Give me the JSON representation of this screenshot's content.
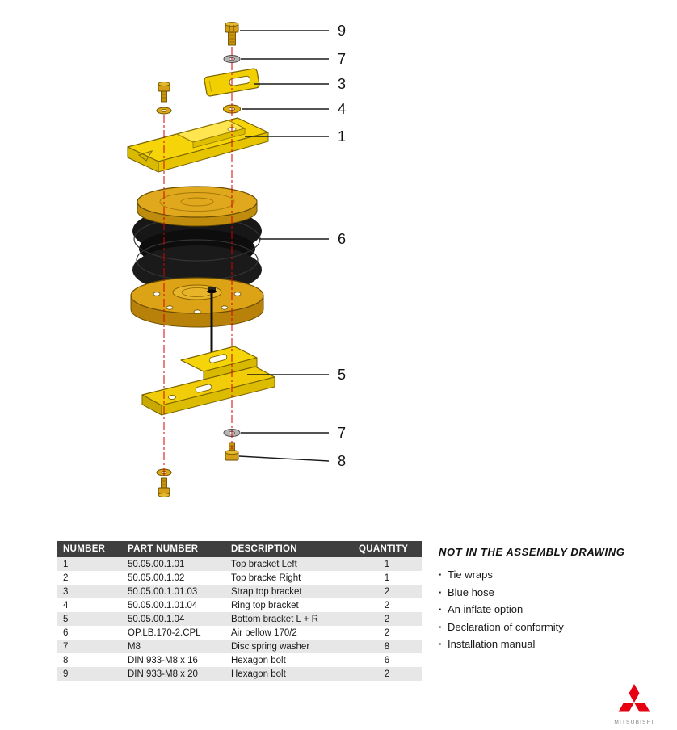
{
  "drawing": {
    "callouts": [
      {
        "label": "9"
      },
      {
        "label": "7"
      },
      {
        "label": "3"
      },
      {
        "label": "4"
      },
      {
        "label": "1"
      },
      {
        "label": "6"
      },
      {
        "label": "5"
      },
      {
        "label": "7"
      },
      {
        "label": "8"
      }
    ]
  },
  "table": {
    "headers": [
      "NUMBER",
      "PART NUMBER",
      "DESCRIPTION",
      "QUANTITY"
    ],
    "rows": [
      [
        "1",
        "50.05.00.1.01",
        "Top bracket Left",
        "1"
      ],
      [
        "2",
        "50.05.00.1.02",
        "Top bracke Right",
        "1"
      ],
      [
        "3",
        "50.05.00.1.01.03",
        "Strap top bracket",
        "2"
      ],
      [
        "4",
        "50.05.00.1.01.04",
        "Ring top bracket",
        "2"
      ],
      [
        "5",
        "50.05.00.1.04",
        "Bottom bracket L + R",
        "2"
      ],
      [
        "6",
        "OP.LB.170-2.CPL",
        "Air bellow 170/2",
        "2"
      ],
      [
        "7",
        "M8",
        "Disc spring washer",
        "8"
      ],
      [
        "8",
        "DIN 933-M8 x 16",
        "Hexagon bolt",
        "6"
      ],
      [
        "9",
        "DIN 933-M8 x 20",
        "Hexagon bolt",
        "2"
      ]
    ]
  },
  "notes": {
    "title": "NOT IN THE ASSEMBLY DRAWING",
    "bullet": "·",
    "items": [
      "Tie wraps",
      "Blue hose",
      "An inflate option",
      "Declaration of conformity",
      "Installation manual"
    ]
  },
  "footer": {
    "brand": "MITSUBISHI"
  },
  "colors": {
    "part_yellow": "#f5d50a",
    "brass_gold": "#d4a017",
    "bellow_black": "#171717",
    "centerline_red": "#d40000",
    "table_header_bg": "#3f3f3f",
    "row_alt_bg": "#e7e7e7",
    "logo_red": "#e60012"
  }
}
